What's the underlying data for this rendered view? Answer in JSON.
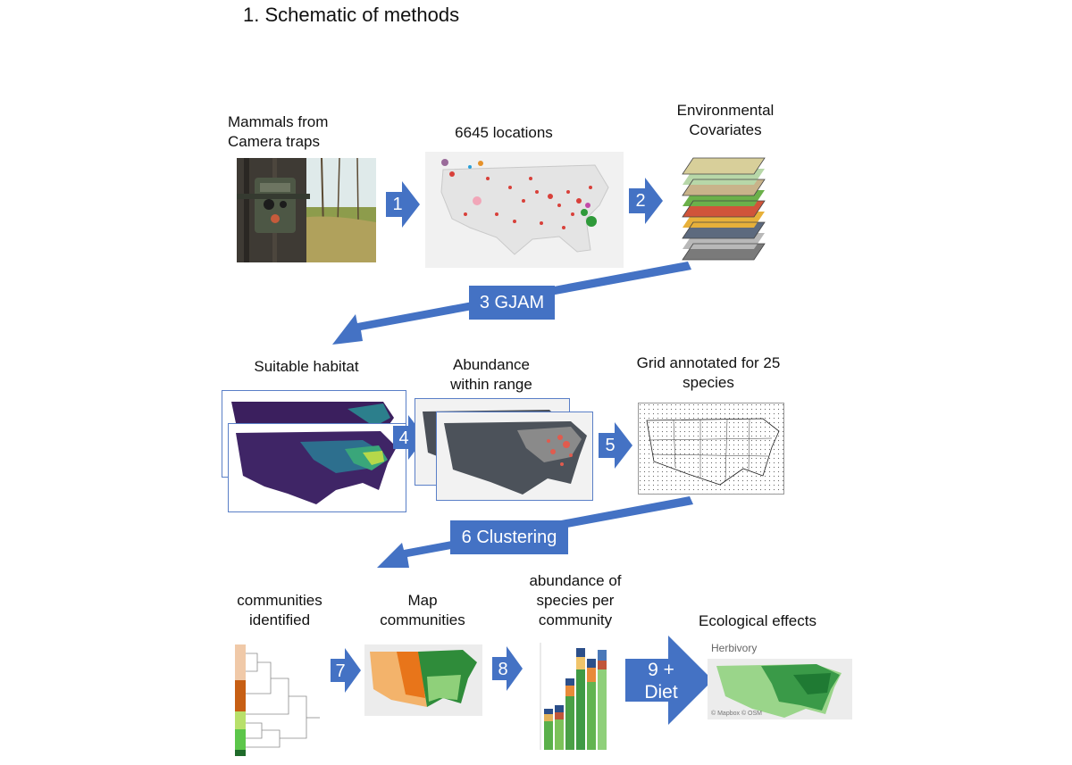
{
  "title": "1.   Schematic of methods",
  "labels": {
    "camera": "Mammals from\nCamera traps",
    "locations": "6645 locations",
    "covariates": "Environmental\nCovariates",
    "habitat": "Suitable habitat",
    "abundance": "Abundance\nwithin range",
    "grid": "Grid annotated for 25\nspecies",
    "communities": "communities\nidentified",
    "map_communities": "Map\ncommunities",
    "species_per_community": "abundance of\nspecies per\ncommunity",
    "ecological": "Ecological effects",
    "herbivory": "Herbivory",
    "credit": "© Mapbox © OSM"
  },
  "steps": {
    "s1": "1",
    "s2": "2",
    "s3": "3 GJAM",
    "s4": "4",
    "s5": "5",
    "s6": "6 Clustering",
    "s7": "7",
    "s8": "8",
    "s9": "9 +\nDiet"
  },
  "colors": {
    "arrow": "#4472c4",
    "frame": "#5a7fc7",
    "viridis_dark": "#3b1f5e",
    "viridis_light": "#b5d84a",
    "orange": "#e8751a",
    "green": "#3c8c3c"
  }
}
